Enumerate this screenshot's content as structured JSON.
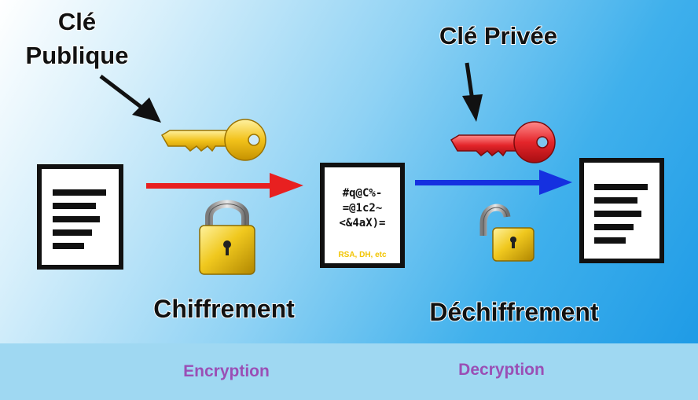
{
  "public_key_label_1": "Clé",
  "public_key_label_2": "Publique",
  "private_key_label": "Clé Privée",
  "encryption_label": "Chiffrement",
  "decryption_label": "Déchiffrement",
  "cipher_lines": [
    "#q@C%-",
    "=@1c2~",
    "<&4aX)="
  ],
  "algorithms": "RSA, DH, etc",
  "footer_left": "Encryption",
  "footer_right": "Decryption",
  "colors": {
    "public_key": "#f2c21b",
    "private_key": "#e4252a",
    "encrypt_arrow": "#e82020",
    "decrypt_arrow": "#1530e0",
    "footer_text": "#9a4fb5"
  },
  "icons": [
    "document-icon",
    "key-icon",
    "padlock-closed-icon",
    "padlock-open-icon",
    "arrow-icon"
  ]
}
